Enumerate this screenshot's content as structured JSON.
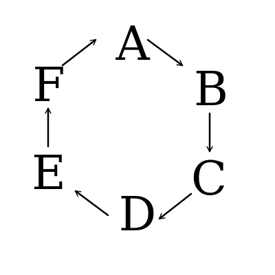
{
  "diagram": {
    "nodes": [
      {
        "id": "A",
        "label": "A"
      },
      {
        "id": "B",
        "label": "B"
      },
      {
        "id": "C",
        "label": "C"
      },
      {
        "id": "D",
        "label": "D"
      },
      {
        "id": "E",
        "label": "E"
      },
      {
        "id": "F",
        "label": "F"
      }
    ],
    "edges": [
      {
        "from": "A",
        "to": "B"
      },
      {
        "from": "B",
        "to": "C"
      },
      {
        "from": "C",
        "to": "D"
      },
      {
        "from": "D",
        "to": "E"
      },
      {
        "from": "E",
        "to": "F"
      },
      {
        "from": "F",
        "to": "A"
      }
    ],
    "colors": {
      "ink": "#000000",
      "background": "#ffffff"
    }
  }
}
